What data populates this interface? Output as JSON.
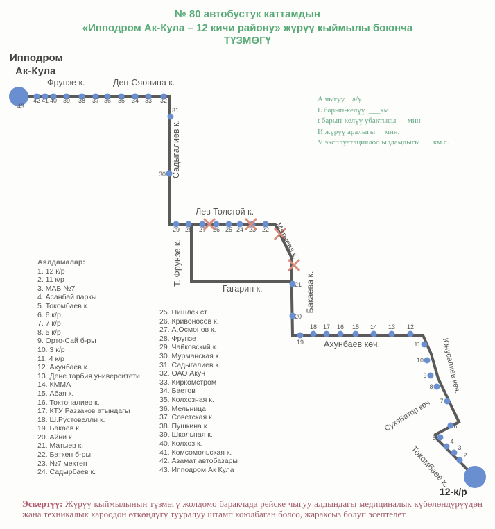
{
  "header": {
    "line1": "№ 80  автобустук каттамдын",
    "line2": "«Ипподром Ак-Кула –  12 кичи району» жүрүү кыймылы боюнча",
    "line3": "ТҮЗМӨГҮ"
  },
  "info": [
    "А чыгуу    а/у",
    "L барып-келүү  ___км.",
    "t барып-келүү убактысы      мин",
    "И жүрүү аралыгы     мин.",
    "V эксплуатациялоо ылдамдыгы       км.с."
  ],
  "terminals": {
    "start": "Ипподром\nАк-Кула",
    "start_l1": "Ипподром",
    "start_l2": "Ак-Кула",
    "end": "12-к/р"
  },
  "streets": {
    "frunze": "Фрунзе к.",
    "den_sayopina": "Ден-Сяопина к.",
    "sadygaliev": "Садыгалиев к.",
    "lev_tolstoy": "Лев Толстой к.",
    "t_frunze": "Т. Фрунзе к.",
    "gagarin": "Гагарин к.",
    "matyeva": "Матыева к.",
    "bakaeva": "Бакаева к.",
    "akhunbaev": "Ахунбаев көч.",
    "yunusaliev": "Юнусалиев көч.",
    "sukhebator": "СухэБатор көч.",
    "tokombaev": "Токомбаев к."
  },
  "route": {
    "stop_numbers": [
      "43",
      "42",
      "41",
      "40",
      "39",
      "38",
      "37",
      "36",
      "35",
      "34",
      "33",
      "32",
      "31",
      "30",
      "29",
      "28",
      "27",
      "26",
      "25",
      "24",
      "23",
      "22",
      "21",
      "20",
      "19",
      "18",
      "17",
      "16",
      "15",
      "14",
      "13",
      "12",
      "11",
      "10",
      "9",
      "8",
      "7",
      "6",
      "5",
      "4",
      "3",
      "2"
    ],
    "line_color": "#5a5a5a",
    "stop_color": "#6a8fd0",
    "closed_color": "#d98a7a"
  },
  "legend": {
    "heading": "Аялдамалар:",
    "stops": [
      "1. 12 к/р",
      "2. 11 к/р",
      "3. МАБ №7",
      "4. Асанбай паркы",
      "5. Токомбаев к.",
      "6. 6 к/р",
      "7. 7 к/р",
      "8. 5 к/р",
      "9. Орто-Сай б-ры",
      "10. 3 к/р",
      "11. 4 к/р",
      "12. Ахунбаев к.",
      "13. Дене тарбия университети",
      "14. КММА",
      "15. Абая к.",
      "16. Токтоналиев к.",
      "17. КТУ Раззаков атындагы",
      "18. Ш.Рустовелли к.",
      "19. Бакаев к.",
      "20. Айни к.",
      "21. Матыев к.",
      "22. Баткен б-ры",
      "23. №7 мектеп",
      "24. Садырбаев к.",
      "25. Пишлек ст.",
      "26. Кривоносов к.",
      "27. А.Осмонов к.",
      "28. Фрунзе",
      "29. Чайковский к.",
      "30. Мурманская к.",
      "31. Садыгалиев к.",
      "32. ОАО Акун",
      "33. Киркомстром",
      "34. Баетов",
      "35. Колхозная к.",
      "36. Мельница",
      "37. Советская к.",
      "38. Пушкина к.",
      "39. Школьная к.",
      "40. Колхоз к.",
      "41. Комсомольская к.",
      "42. Азамат автобазары",
      "43. Ипподром Ак Кула"
    ]
  },
  "note": {
    "label": "Эскертүү:",
    "text": " Жүрүү кыймылынын түзмөгү жолдомо баракчада рейске чыгуу алдындагы медициналык күбөлөндүрүүдөн жана техникалык кароодон өткөндүгү тууралуу штамп коюлбаган болсо, жараксыз болуп эсептелет."
  }
}
